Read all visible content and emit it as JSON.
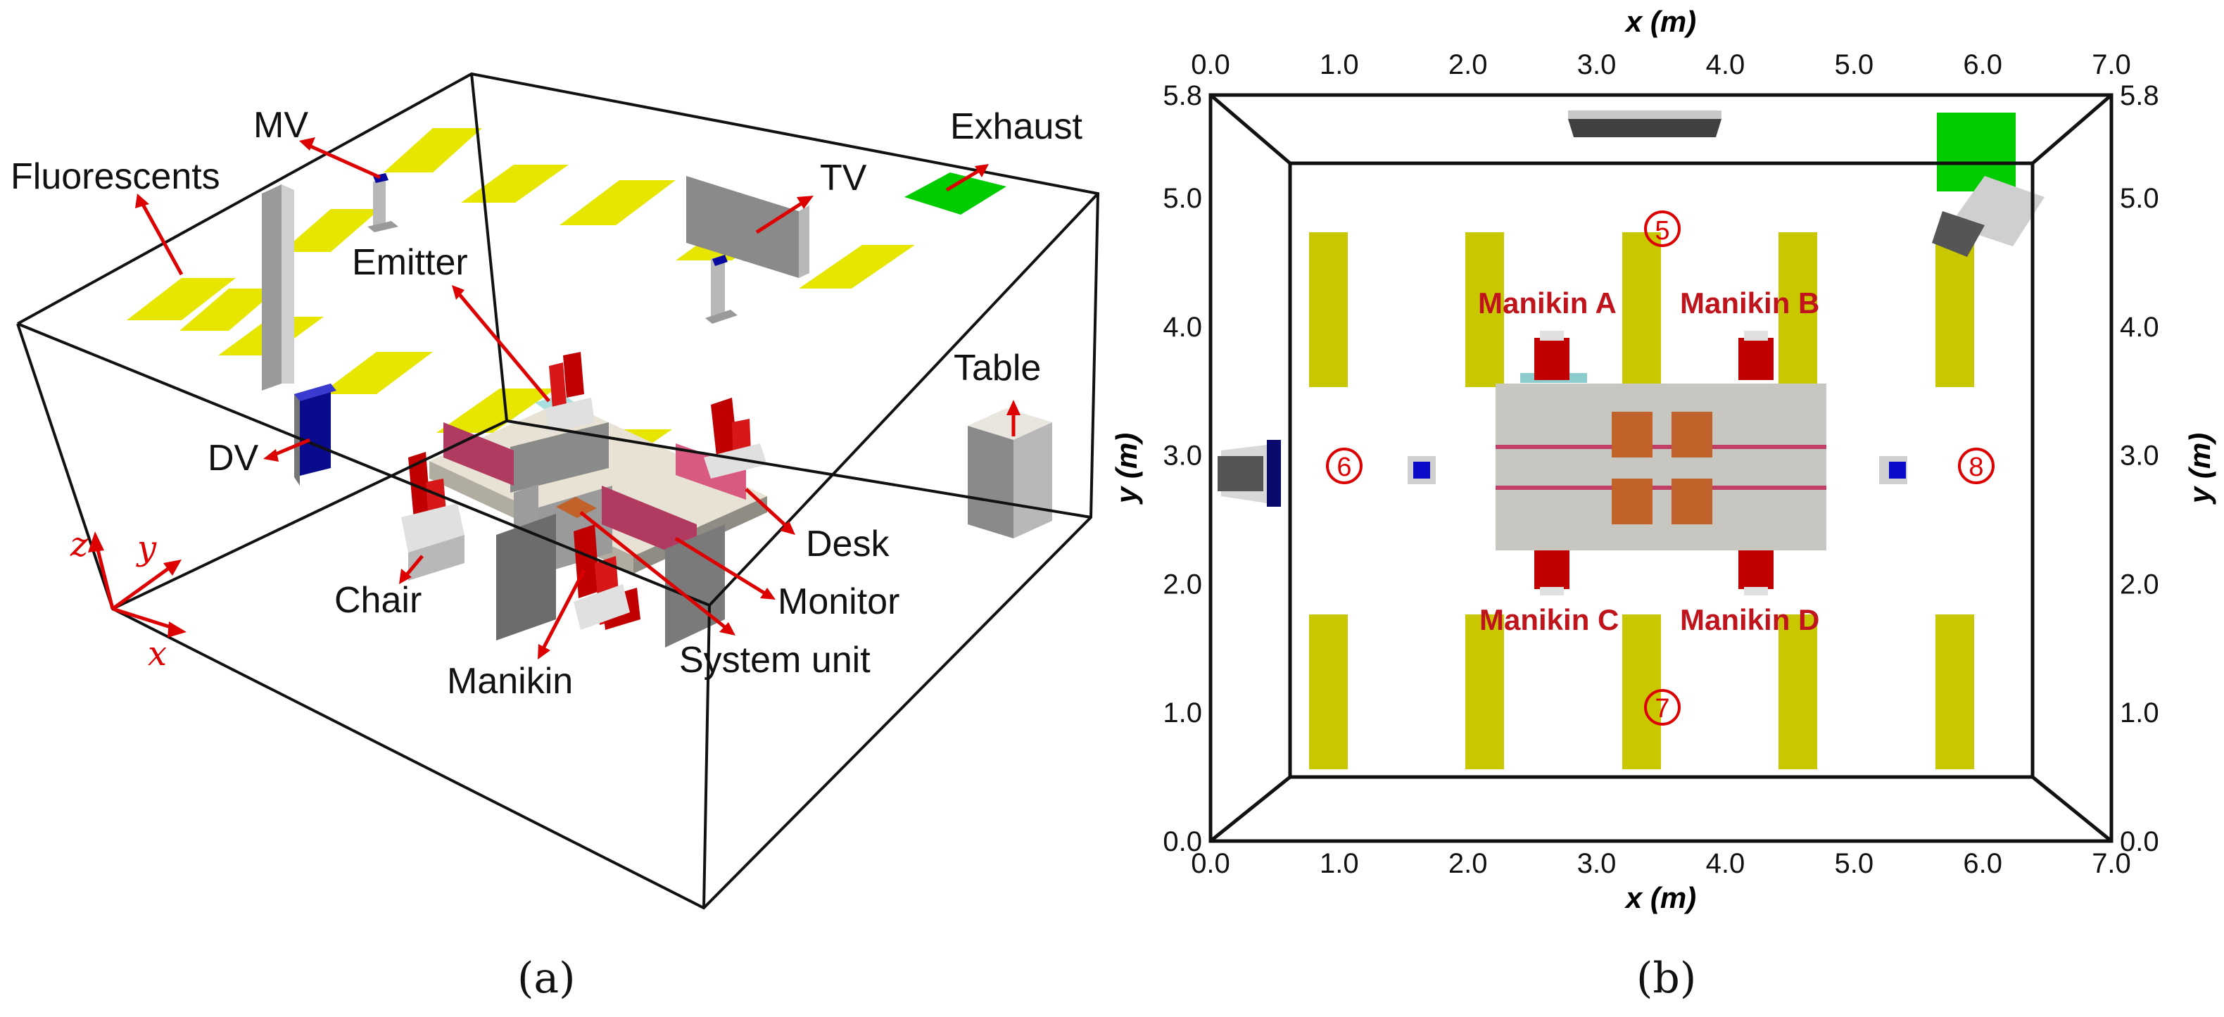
{
  "panel_a": {
    "caption": "(a)",
    "labels": {
      "mv": "MV",
      "fluorescents": "Fluorescents",
      "exhaust": "Exhaust",
      "tv": "TV",
      "emitter": "Emitter",
      "table": "Table",
      "dv": "DV",
      "desk": "Desk",
      "chair": "Chair",
      "monitor": "Monitor",
      "system_unit": "System unit",
      "manikin": "Manikin"
    },
    "axes": {
      "x": "x",
      "y": "y",
      "z": "z"
    }
  },
  "panel_b": {
    "caption": "(b)",
    "x_label_top": "x (m)",
    "x_label_bottom": "x (m)",
    "y_label_left": "y (m)",
    "y_label_right": "y (m)",
    "x_ticks": [
      "0.0",
      "1.0",
      "2.0",
      "3.0",
      "4.0",
      "5.0",
      "6.0",
      "7.0"
    ],
    "y_ticks": [
      "0.0",
      "1.0",
      "2.0",
      "3.0",
      "4.0",
      "5.0",
      "5.8"
    ],
    "x_range": [
      0,
      7.0
    ],
    "y_range": [
      0,
      5.8
    ],
    "manikins": {
      "a": "Manikin A",
      "b": "Manikin B",
      "c": "Manikin C",
      "d": "Manikin D"
    },
    "points": {
      "p5": "5",
      "p6": "6",
      "p7": "7",
      "p8": "8"
    }
  },
  "colors": {
    "red": "#dd0000",
    "fluorescent": "#c9c800",
    "fluorescent_3d": "#e6e600",
    "exhaust": "#00cc00",
    "dv_blue": "#0a0a8c",
    "manikin_red": "#c00000",
    "desk": "#c8c6c0",
    "system_unit": "#c0622a"
  }
}
